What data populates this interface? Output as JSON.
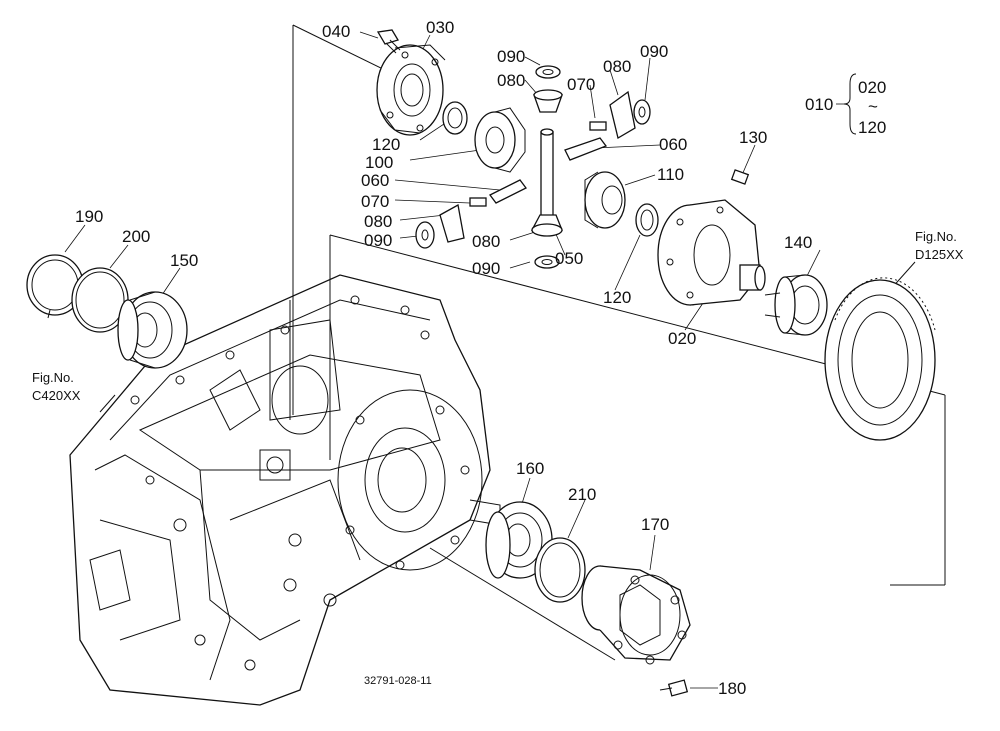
{
  "parts": {
    "p040": "040",
    "p030": "030",
    "p090a": "090",
    "p080a": "080",
    "p070a": "070",
    "p080b": "080",
    "p090b": "090",
    "p120a": "120",
    "p100": "100",
    "p060a": "060",
    "p060b": "060",
    "p070b": "070",
    "p080c": "080",
    "p090c": "090",
    "p080d": "080",
    "p090d": "090",
    "p050": "050",
    "p110": "110",
    "p130": "130",
    "p120b": "120",
    "p020": "020",
    "p140": "140",
    "p190": "190",
    "p200": "200",
    "p150": "150",
    "p160": "160",
    "p210": "210",
    "p170": "170",
    "p180": "180"
  },
  "range": {
    "lead": "010",
    "from": "020",
    "tilde": "~",
    "to": "120"
  },
  "refs": {
    "left_fig_label": "Fig.No.",
    "left_fig_code": "C420XX",
    "right_fig_label": "Fig.No.",
    "right_fig_code": "D125XX"
  },
  "drawing_code": "32791-028-11"
}
